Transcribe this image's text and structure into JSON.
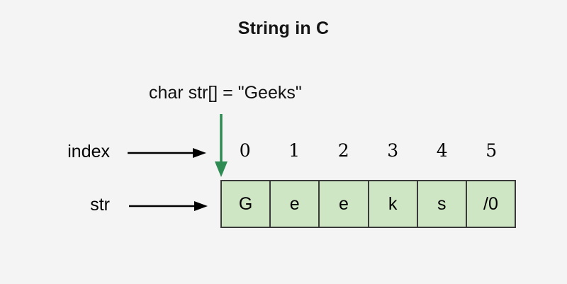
{
  "diagram": {
    "title": "String in C",
    "declaration": "char str[] = \"Geeks\"",
    "background_color": "#f4f4f4",
    "rows": {
      "index_label": "index",
      "str_label": "str"
    },
    "indices": [
      "0",
      "1",
      "2",
      "3",
      "4",
      "5"
    ],
    "cells": [
      "G",
      "e",
      "e",
      "k",
      "s",
      "/0"
    ],
    "colors": {
      "cell_fill": "#cfe6c4",
      "cell_border": "#3a3a3a",
      "pointer_arrow": "#000000",
      "green_arrow": "#2e8b52",
      "title_text": "#141414"
    }
  }
}
